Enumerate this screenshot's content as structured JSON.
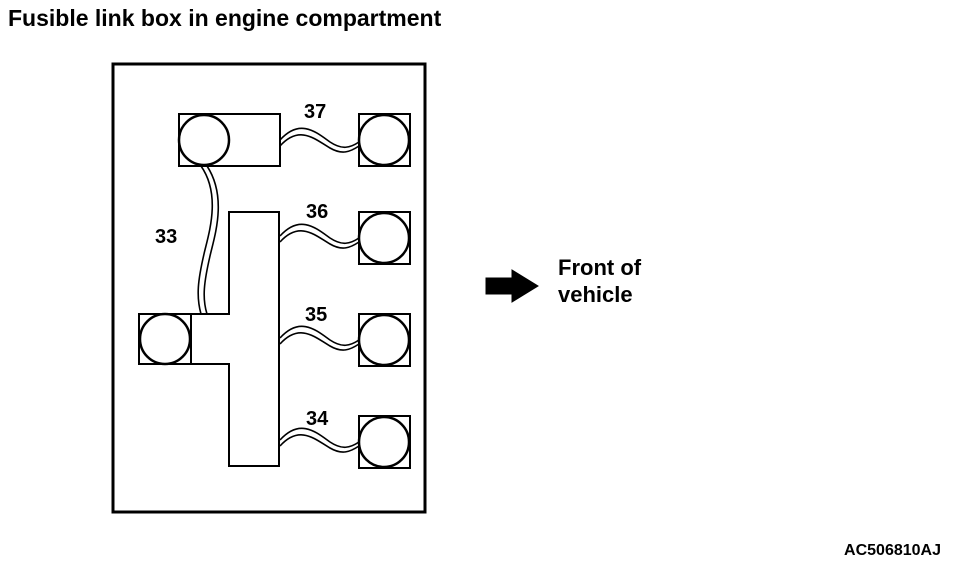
{
  "title": "Fusible link box in engine compartment",
  "links": [
    {
      "number": "37"
    },
    {
      "number": "36"
    },
    {
      "number": "35"
    },
    {
      "number": "34"
    },
    {
      "number": "33"
    }
  ],
  "direction": {
    "line1": "Front of",
    "line2": "vehicle"
  },
  "figure_code": "AC506810AJ",
  "colors": {
    "line": "#000000",
    "background": "#ffffff"
  }
}
